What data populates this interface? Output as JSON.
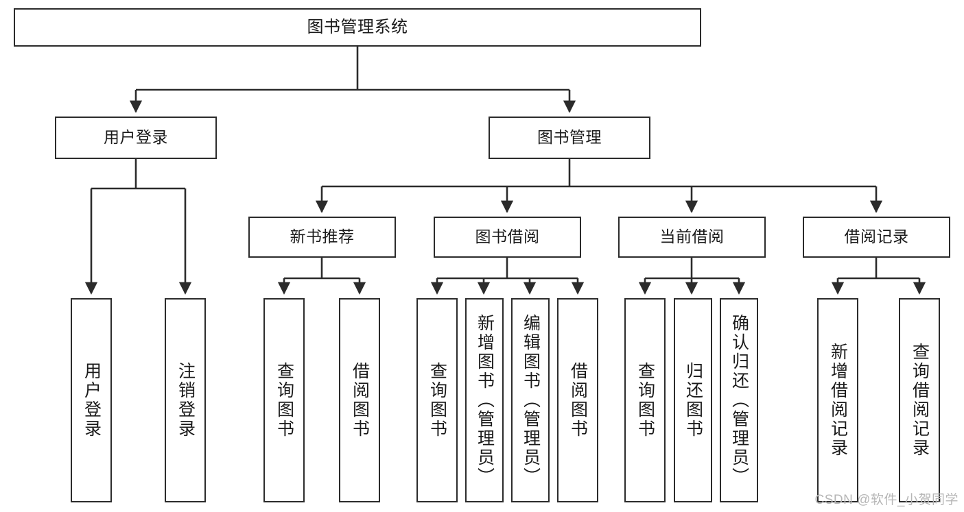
{
  "diagram": {
    "title": "图书管理系统",
    "watermark": "CSDN @软件_小贺同学",
    "stroke_color": "#2b2b2b",
    "fill_color": "#ffffff",
    "watermark_color": "#b6b6b6",
    "nodes": {
      "root": {
        "label": "图书管理系统"
      },
      "level2": [
        {
          "id": "user-login",
          "label": "用户登录"
        },
        {
          "id": "book-management",
          "label": "图书管理"
        }
      ],
      "level3": [
        {
          "id": "new-book-recommend",
          "label": "新书推荐"
        },
        {
          "id": "book-borrow",
          "label": "图书借阅"
        },
        {
          "id": "current-borrow",
          "label": "当前借阅"
        },
        {
          "id": "borrow-record",
          "label": "借阅记录"
        }
      ],
      "leaves": {
        "user_login": [
          {
            "id": "leaf-user-login",
            "label": "用户登录"
          },
          {
            "id": "leaf-logout-login",
            "label": "注销登录"
          }
        ],
        "new_book_recommend": [
          {
            "id": "leaf-query-book-1",
            "label": "查询图书"
          },
          {
            "id": "leaf-borrow-book-1",
            "label": "借阅图书"
          }
        ],
        "book_borrow": [
          {
            "id": "leaf-query-book-2",
            "label": "查询图书"
          },
          {
            "id": "leaf-add-book",
            "label": "新增图书（管理员）"
          },
          {
            "id": "leaf-edit-book",
            "label": "编辑图书（管理员）"
          },
          {
            "id": "leaf-borrow-book-2",
            "label": "借阅图书"
          }
        ],
        "current_borrow": [
          {
            "id": "leaf-query-book-3",
            "label": "查询图书"
          },
          {
            "id": "leaf-return-book",
            "label": "归还图书"
          },
          {
            "id": "leaf-confirm-return",
            "label": "确认归还（管理员）"
          }
        ],
        "borrow_record": [
          {
            "id": "leaf-add-borrow-record",
            "label": "新增借阅记录"
          },
          {
            "id": "leaf-query-borrow-record",
            "label": "查询借阅记录"
          }
        ]
      }
    }
  }
}
